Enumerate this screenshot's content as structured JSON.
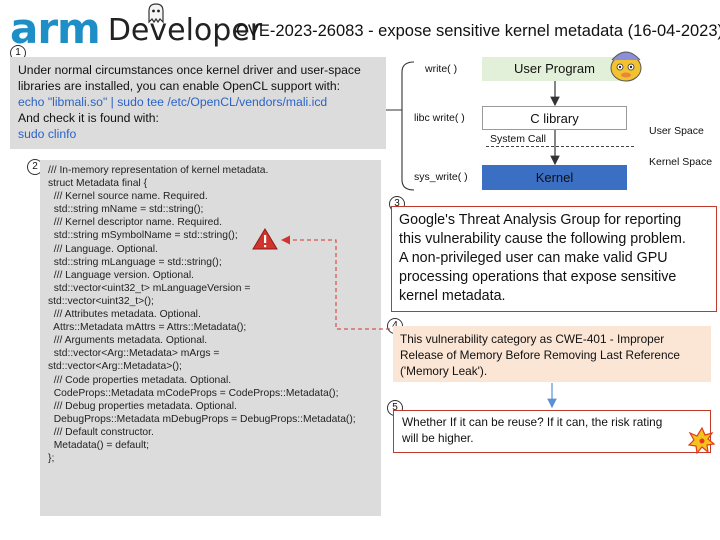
{
  "header": {
    "logo_arm": "arm",
    "logo_developer": "Developer",
    "title": "CVE-2023-26083 - expose sensitive kernel metadata (16-04-2023)"
  },
  "steps": {
    "s1": "1",
    "s2": "2",
    "s3": "3",
    "s4": "4",
    "s5": "5"
  },
  "box1": {
    "line1": "Under normal circumstances once kernel driver and user-space",
    "line2": "libraries are installed, you can enable OpenCL support with:",
    "cmd1": "echo \"libmali.so\" | sudo tee /etc/OpenCL/vendors/mali.icd",
    "line3": "And check it is found with:",
    "cmd2": "sudo clinfo"
  },
  "code_lines": [
    "/// In-memory representation of kernel metadata.",
    "struct Metadata final {",
    "  /// Kernel source name. Required.",
    "  std::string mName = std::string();",
    "  /// Kernel descriptor name. Required.",
    "  std::string mSymbolName = std::string();",
    "  /// Language. Optional.",
    "  std::string mLanguage = std::string();",
    "  /// Language version. Optional.",
    "  std::vector<uint32_t> mLanguageVersion =",
    "std::vector<uint32_t>();",
    "  /// Attributes metadata. Optional.",
    "  Attrs::Metadata mAttrs = Attrs::Metadata();",
    "  /// Arguments metadata. Optional.",
    "  std::vector<Arg::Metadata> mArgs =",
    "std::vector<Arg::Metadata>();",
    "  /// Code properties metadata. Optional.",
    "  CodeProps::Metadata mCodeProps = CodeProps::Metadata();",
    "  /// Debug properties metadata. Optional.",
    "  DebugProps::Metadata mDebugProps = DebugProps::Metadata();",
    "",
    "  /// Default constructor.",
    "  Metadata() = default;",
    "};"
  ],
  "flow": {
    "write_label": "write( )",
    "libc_write_label": "libc write( )",
    "syscall_label": "System Call",
    "sys_write_label": "sys_write( )",
    "user_space_label": "User Space",
    "kernel_space_label": "Kernel Space",
    "user_program": "User Program",
    "c_library": "C library",
    "kernel": "Kernel"
  },
  "box3": {
    "lines": [
      "Google's Threat Analysis Group for reporting",
      "this vulnerability cause the following problem.",
      "A non-privileged user can make valid GPU",
      "processing operations that expose sensitive",
      "kernel metadata."
    ]
  },
  "box4": {
    "lines": [
      "This vulnerability category as CWE-401 - Improper",
      "Release of Memory Before Removing Last Reference",
      "('Memory Leak')."
    ]
  },
  "box5": {
    "lines": [
      "Whether If it can be reuse? If it can,  the risk rating",
      "will be higher."
    ]
  },
  "colors": {
    "arm_blue": "#1e8fc6",
    "command_blue": "#2a63c9",
    "user_program_fill": "#e2efd9",
    "kernel_fill": "#3a6fc4",
    "alert_border": "#c0392b",
    "note_fill": "#fbe5d5",
    "code_fill": "#dcdcdc"
  },
  "icons": {
    "warning": "warning-triangle-icon",
    "cartoon": "cartoon-character-icon",
    "burst": "explosion-burst-icon",
    "ghost": "ghost-icon"
  }
}
